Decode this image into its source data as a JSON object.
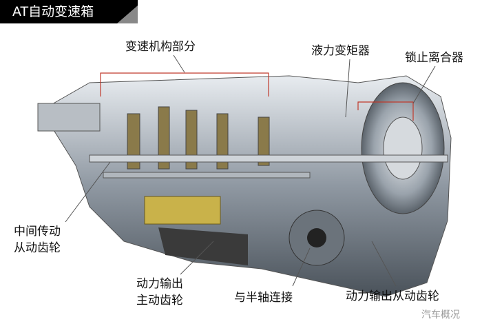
{
  "title": "AT自动变速箱",
  "labels": {
    "gear_mechanism": "变速机构部分",
    "torque_converter": "液力变矩器",
    "lockup_clutch": "锁止离合器",
    "intermediate_driven_gear": [
      "中间传动",
      "从动齿轮"
    ],
    "output_drive_gear": [
      "动力输出",
      "主动齿轮"
    ],
    "half_shaft": "与半轴连接",
    "output_driven_gear": "动力输出从动齿轮"
  },
  "watermark": "汽车概况",
  "colors": {
    "title_bg": "#000000",
    "callout_line": "#c0392b"
  }
}
